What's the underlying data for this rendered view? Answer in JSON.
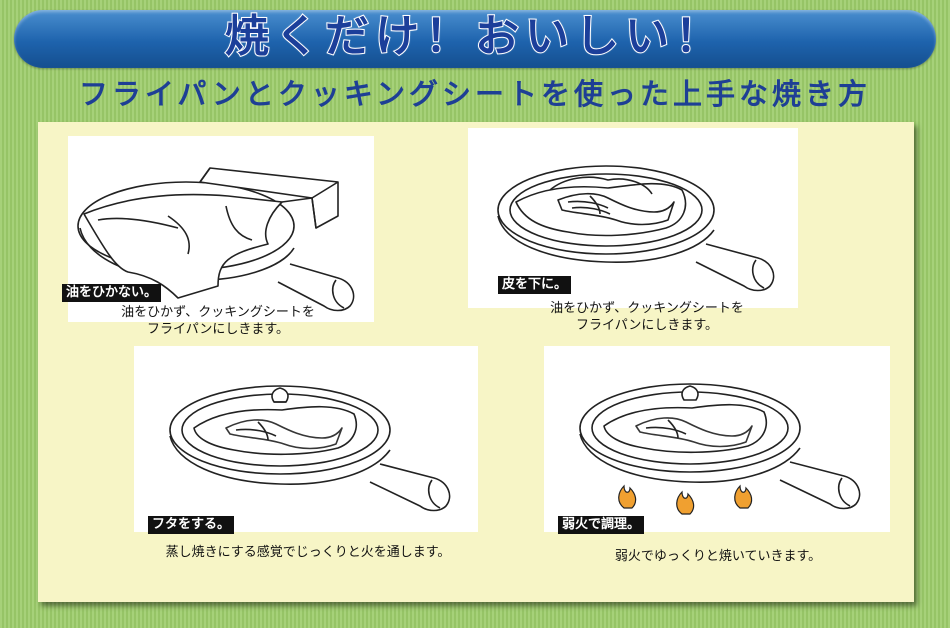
{
  "page": {
    "title": "焼くだけ！おいしい！",
    "subtitle": "フライパンとクッキングシートを使った上手な焼き方"
  },
  "steps": [
    {
      "label": "油をひかない。",
      "caption": [
        "油をひかず、クッキングシートを",
        "フライパンにしきます。"
      ]
    },
    {
      "label": "皮を下に。",
      "caption": [
        "油をひかず、クッキングシートを",
        "フライパンにしきます。"
      ]
    },
    {
      "label": "フタをする。",
      "caption": [
        "蒸し焼きにする感覚でじっくりと火を通します。"
      ]
    },
    {
      "label": "弱火で調理。",
      "caption": [
        "弱火でゆっくりと焼いていきます。"
      ]
    }
  ],
  "colors": {
    "background": "#9ccc6a",
    "banner": "#1e63ad",
    "title_text": "#1c3f9a",
    "subtitle_text": "#1e3f95",
    "panel": "#f7f5c6",
    "label_bg": "#111111",
    "flame": "#f0a030"
  },
  "icons": [
    "frying-pan-icon",
    "cooking-sheet-roll-icon",
    "fish-fillet-icon",
    "pan-lid-icon",
    "flame-icon"
  ]
}
